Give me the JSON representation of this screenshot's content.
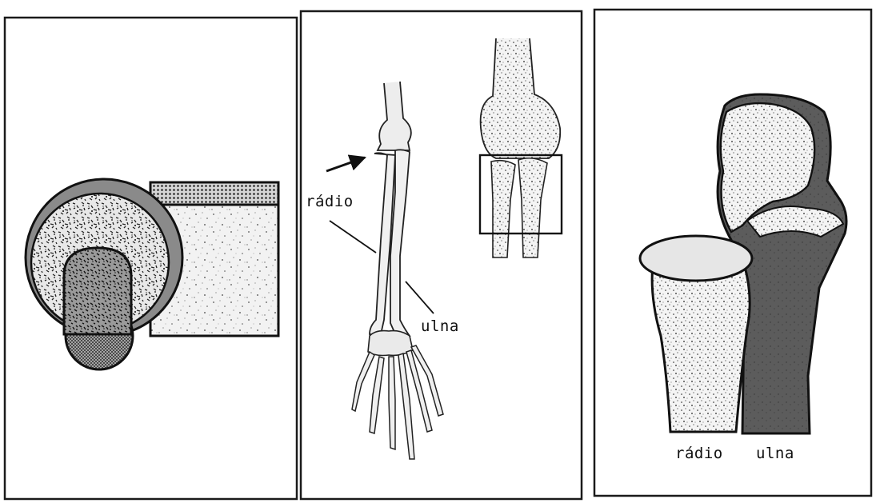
{
  "figure": {
    "panel_count": 3,
    "colors": {
      "ink": "#1a1a1a",
      "paper": "#ffffff",
      "bone_light": "#ececec",
      "dark_fill": "#5a5a5a",
      "medium_fill": "#8c8c8c"
    }
  },
  "labels": {
    "radius": "rádio",
    "ulna": "ulna"
  },
  "icons": {
    "pointer": "arrow-right-icon"
  }
}
